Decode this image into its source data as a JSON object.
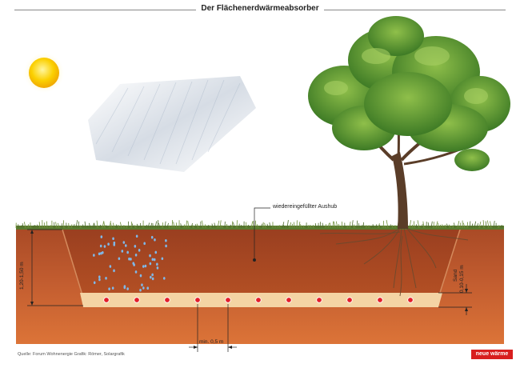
{
  "title": "Der Flächenerdwärmeabsorber",
  "labels": {
    "backfill": "wiedereingefüllter Aushub",
    "depth": "1,20-1,50 m",
    "sand": "Sand",
    "sand_thickness": "0,10-0,15 m",
    "spacing": "min. 0,5 m"
  },
  "source": "Quelle: Forum Wohnenergie Grafik: Römer, Solargrafik",
  "brand": "neue wärme",
  "colors": {
    "soil_top": "#b7532a",
    "soil_bottom": "#e0763a",
    "sand": "#f4d4a4",
    "pipe": "#e41e2a",
    "grass": "#4d6b2a",
    "sun": "#f7c100",
    "brand": "#d81e1e"
  },
  "icons": [
    "sun-icon",
    "tree-icon",
    "rain-drops"
  ]
}
